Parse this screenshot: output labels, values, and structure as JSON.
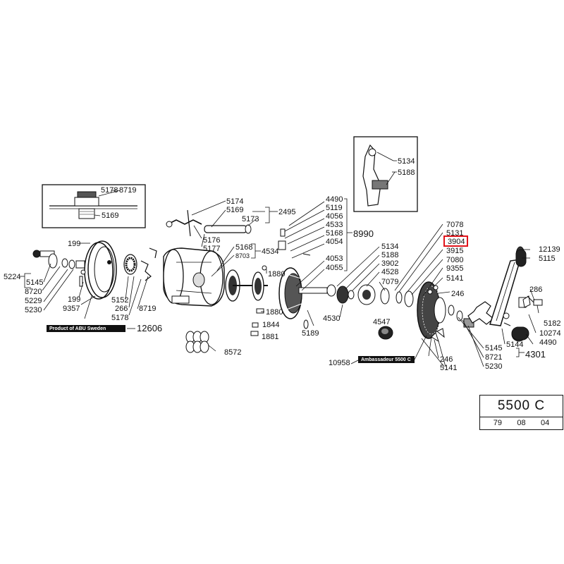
{
  "diagram": {
    "labels": {
      "p5178a": "5178",
      "p8719a": "8719",
      "p5169a": "5169",
      "p5174": "5174",
      "p5169b": "5169",
      "p5173": "5173",
      "p2495": "2495",
      "p5176": "5176",
      "p5177": "5177",
      "p5168a": "5168",
      "p8703": "8703",
      "p4534": "4534",
      "p199a": "199",
      "p5224": "5224",
      "p5145a": "5145",
      "p8720": "8720",
      "p199b": "199",
      "p5229": "5229",
      "p5230a": "5230",
      "p9357": "9357",
      "p5152": "5152",
      "p266": "266",
      "p5178b": "5178",
      "p8719b": "8719",
      "p1880a": "1880",
      "p1880b": "1880",
      "p1844": "1844",
      "p1881": "1881",
      "p8572": "8572",
      "p12606": "12606",
      "p4490a": "4490",
      "p5119": "5119",
      "p4056": "4056",
      "p4533": "4533",
      "p5168b": "5168",
      "p4054": "4054",
      "p8990": "8990",
      "p4053": "4053",
      "p4055": "4055",
      "p5189": "5189",
      "p4530": "4530",
      "p5134a": "5134",
      "p5188a": "5188",
      "p3902": "3902",
      "p4528": "4528",
      "p7079": "7079",
      "p5134b": "5134",
      "p5188b": "5188",
      "p7078": "7078",
      "p5131": "5131",
      "p3904": "3904",
      "p3915": "3915",
      "p7080": "7080",
      "p9355": "9355",
      "p5141a": "5141",
      "p246a": "246",
      "p4547": "4547",
      "p10958": "10958",
      "p246b": "246",
      "p5141b": "5141",
      "p12139": "12139",
      "p5115": "5115",
      "p286": "286",
      "p5182": "5182",
      "p10274": "10274",
      "p4490b": "4490",
      "p5144": "5144",
      "p4301": "4301",
      "p5145b": "5145",
      "p8721": "8721",
      "p5230b": "5230"
    },
    "banners": {
      "product_of": "Product of ABU Sweden",
      "ambassadeur": "Ambassadeur  5500 C"
    },
    "highlight_color": "#e0141b"
  },
  "title_block": {
    "model": "5500 C",
    "date_year": "79",
    "date_month": "08",
    "date_day": "04"
  }
}
